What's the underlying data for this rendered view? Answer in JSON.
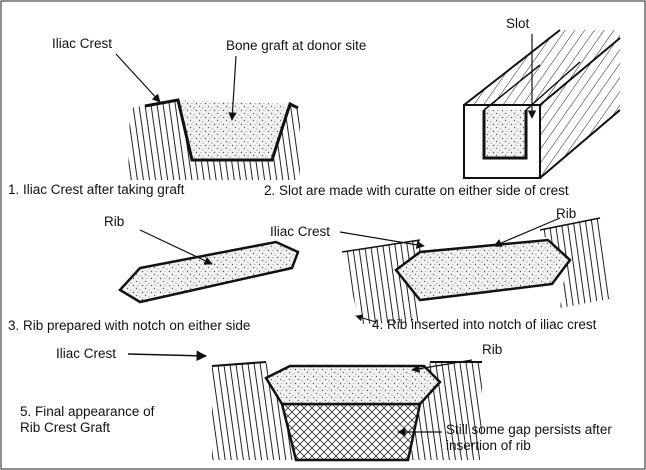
{
  "labels": {
    "iliac_crest_1": "Iliac Crest",
    "bone_graft": "Bone graft at donor site",
    "slot": "Slot",
    "caption_1": "1. Iliac Crest after taking graft",
    "caption_2": "2. Slot are made with curatte on either side of crest",
    "rib_3": "Rib",
    "iliac_crest_4": "Iliac Crest",
    "rib_4": "Rib",
    "caption_3": "3. Rib prepared with notch on either side",
    "caption_4": "4. Rib inserted into notch of iliac crest",
    "iliac_crest_5": "Iliac Crest",
    "rib_5": "Rib",
    "caption_5": "5. Final appearance of\nRib Crest Graft",
    "gap_note": "Still some gap persists after\ninsertion of rib"
  }
}
